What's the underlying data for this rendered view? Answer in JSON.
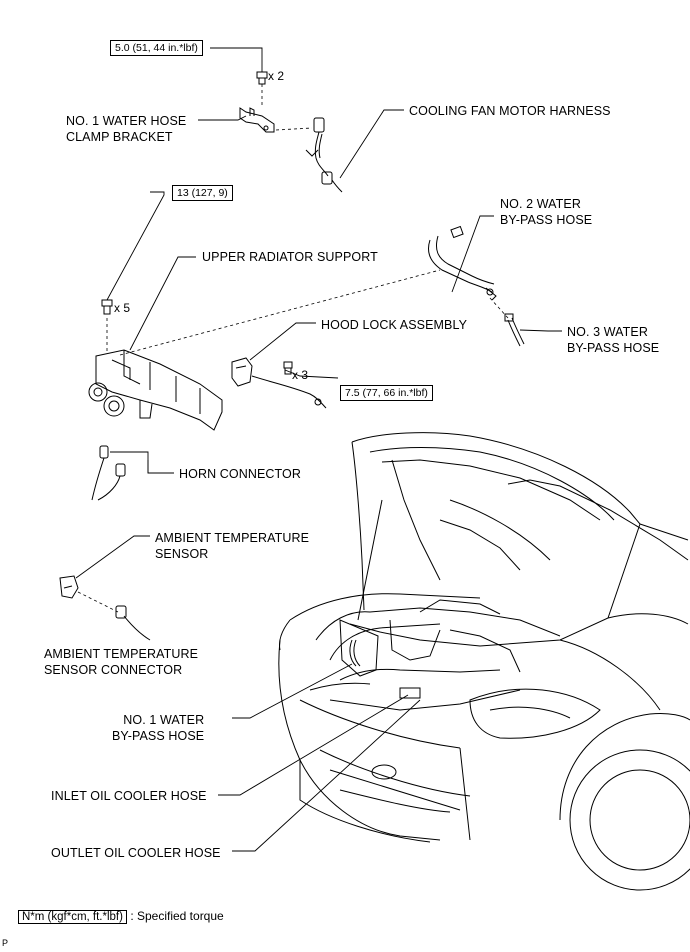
{
  "torques": {
    "t1": "5.0 (51, 44 in.*lbf)",
    "t2": "13 (127, 9)",
    "t3": "7.5 (77, 66 in.*lbf)"
  },
  "quantities": {
    "q1": "x 2",
    "q2": "x 5",
    "q3": "x 3"
  },
  "labels": {
    "clamp_bracket": "NO. 1 WATER HOSE\nCLAMP BRACKET",
    "fan_harness": "COOLING FAN MOTOR HARNESS",
    "no2_hose": "NO. 2 WATER\nBY-PASS HOSE",
    "upper_support": "UPPER RADIATOR SUPPORT",
    "hood_lock": "HOOD LOCK ASSEMBLY",
    "no3_hose": "NO. 3 WATER\nBY-PASS HOSE",
    "horn_connector": "HORN CONNECTOR",
    "ambient_sensor": "AMBIENT TEMPERATURE\nSENSOR",
    "ambient_connector": "AMBIENT TEMPERATURE\nSENSOR CONNECTOR",
    "no1_hose": "NO. 1 WATER\nBY-PASS HOSE",
    "inlet_oil": "INLET OIL COOLER HOSE",
    "outlet_oil": "OUTLET OIL COOLER HOSE"
  },
  "legend": {
    "box": "N*m (kgf*cm, ft.*lbf)",
    "text": ": Specified torque"
  },
  "figure_code": "P"
}
